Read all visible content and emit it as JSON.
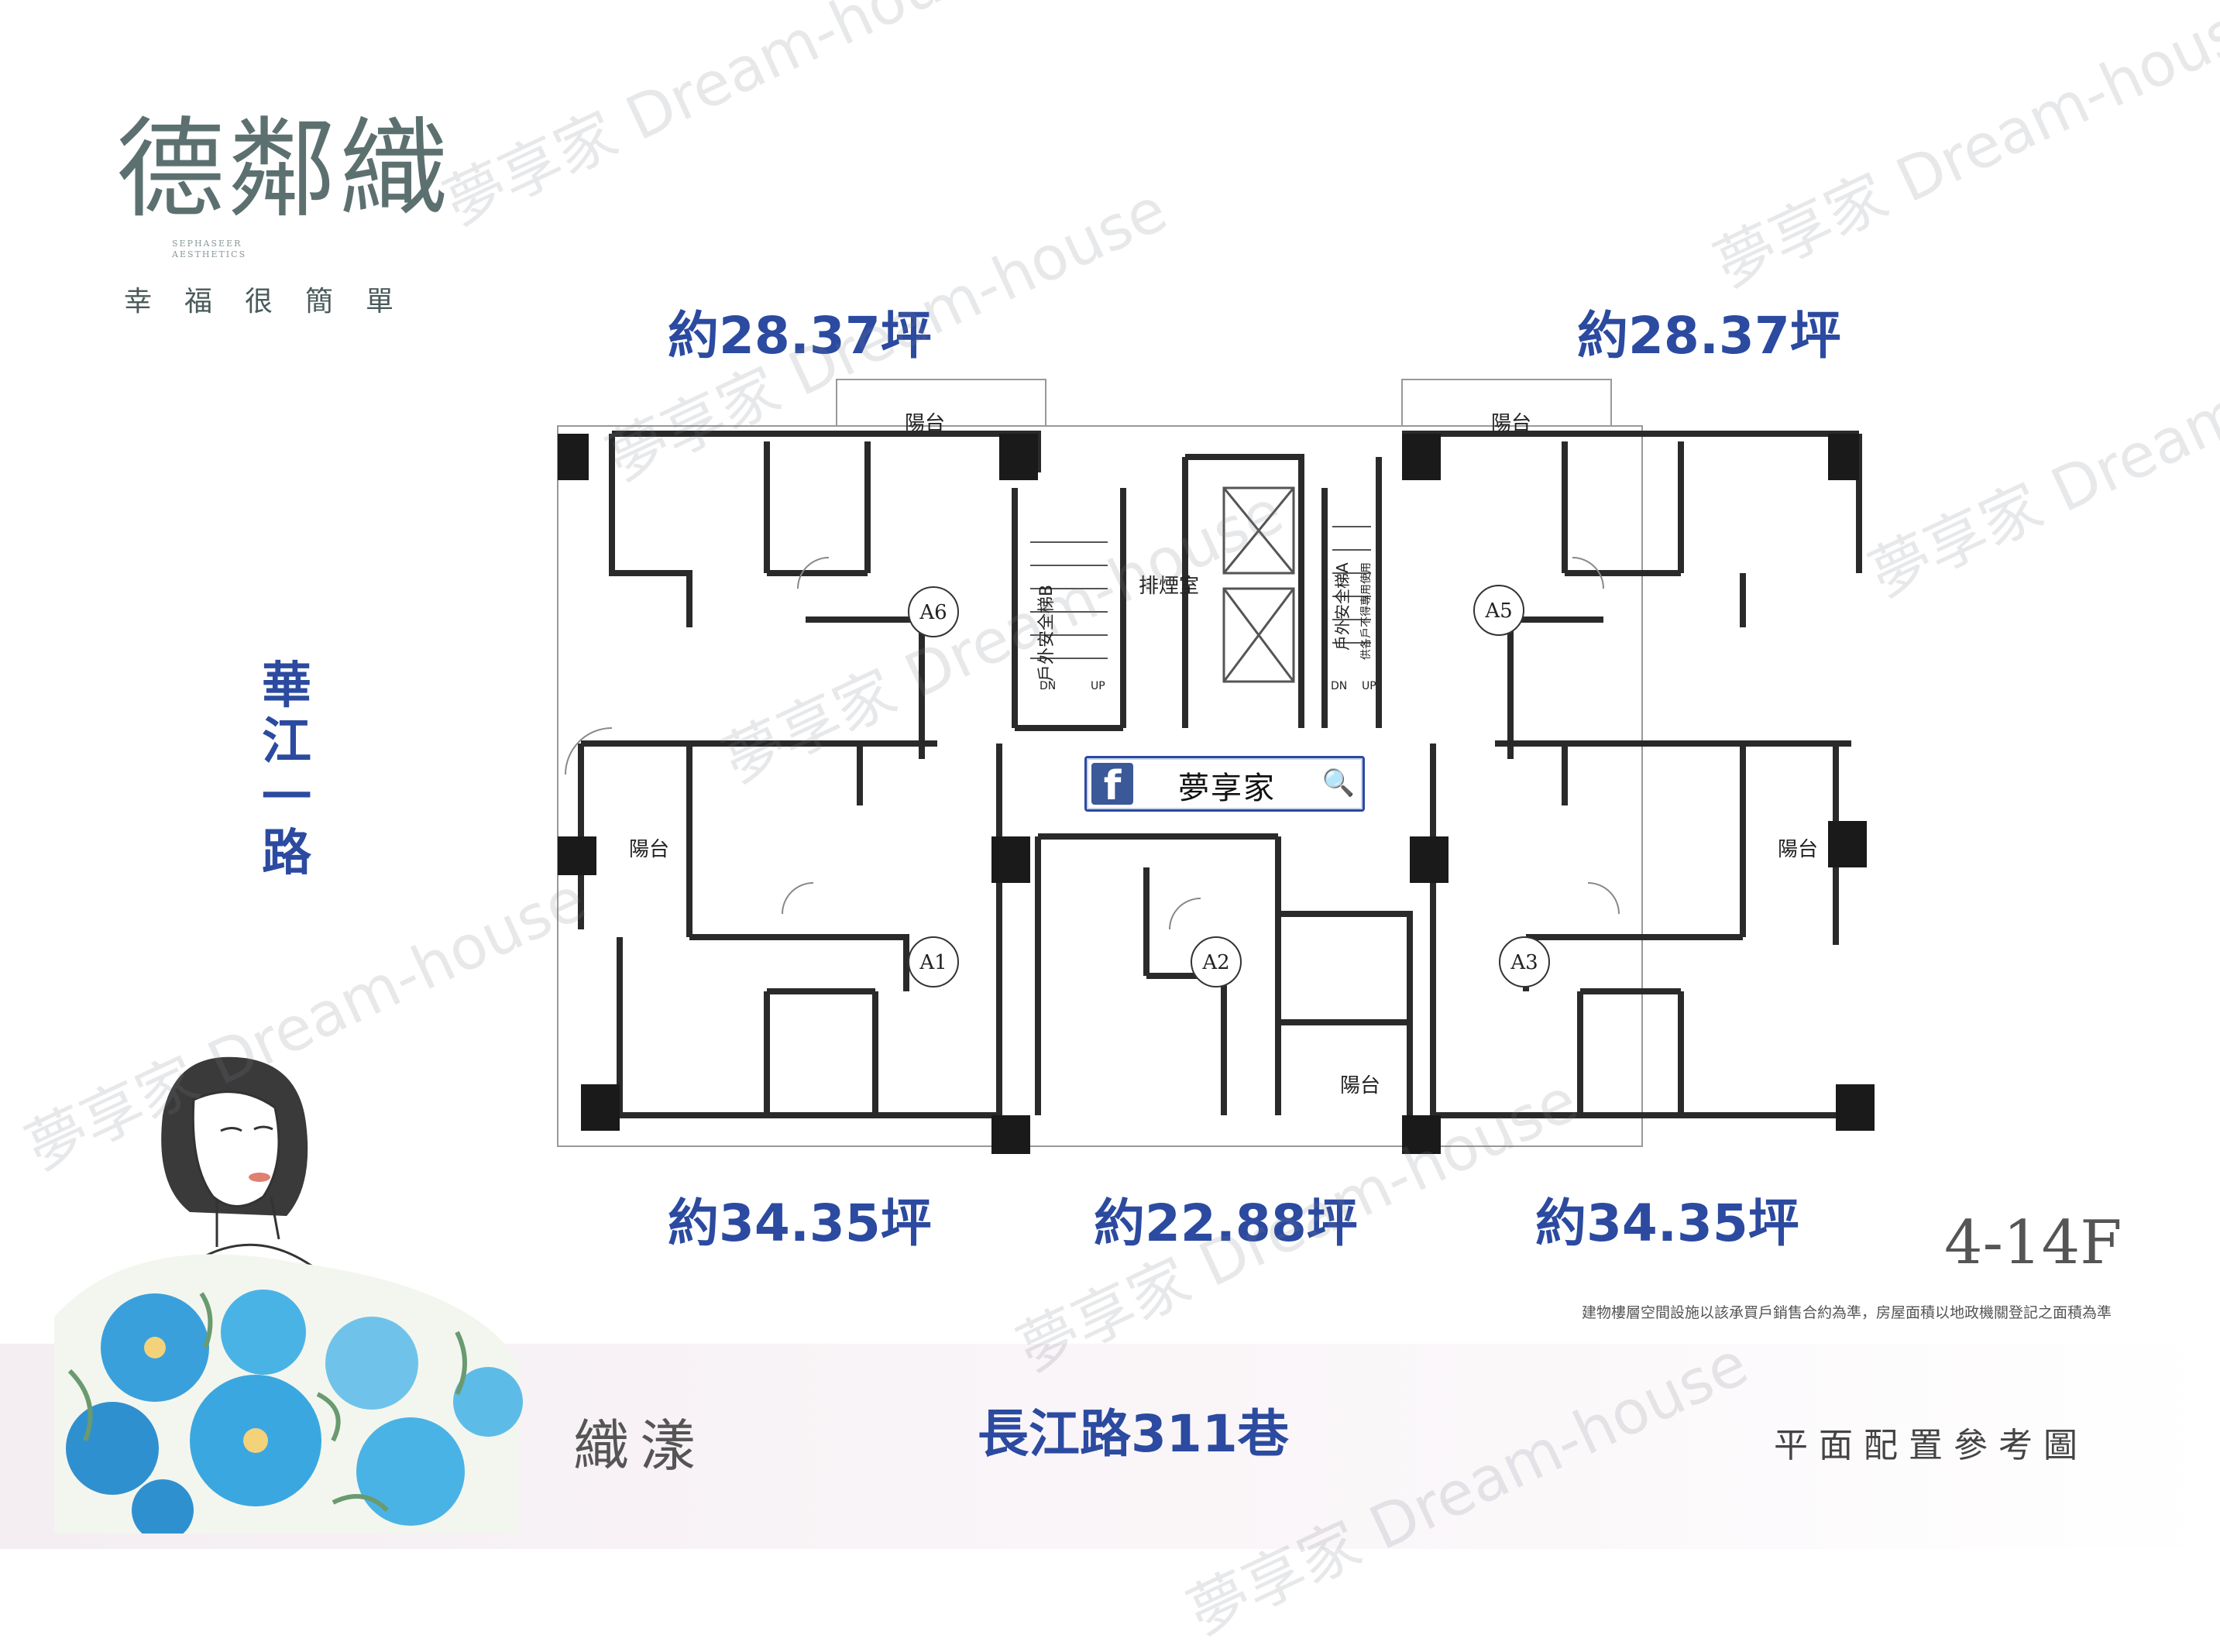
{
  "brand": {
    "title": "德鄰織",
    "english_line1": "SEPHASEER",
    "english_line2": "AESTHETICS",
    "slogan": "幸福很簡單"
  },
  "areas": {
    "top_left": "約28.37坪",
    "top_right": "約28.37坪",
    "bottom_left": "約34.35坪",
    "bottom_middle": "約22.88坪",
    "bottom_right": "約34.35坪"
  },
  "roads": {
    "left": "華江一路",
    "bottom": "長江路311巷"
  },
  "plan": {
    "units": [
      "A6",
      "A5",
      "A1",
      "A2",
      "A3"
    ],
    "balcony": "陽台",
    "smoke_room": "排煙室",
    "stair_b": "戶外安全梯B",
    "stair_a": "戶外安全梯A",
    "stair_a_note": "供各戶不得專用使用",
    "dn": "DN",
    "up": "UP"
  },
  "facebook": {
    "label": "夢享家"
  },
  "project_name": "織漾",
  "floor": "4-14F",
  "note": "建物樓層空間設施以該承買戶銷售合約為準，房屋面積以地政機關登記之面積為準",
  "reference_title": "平面配置參考圖",
  "watermark": {
    "cn": "夢享家",
    "en": "Dream-house"
  },
  "colors": {
    "accent_blue": "#2b4aa0",
    "wall": "#2a2a2a",
    "column": "#1a1a1a"
  }
}
